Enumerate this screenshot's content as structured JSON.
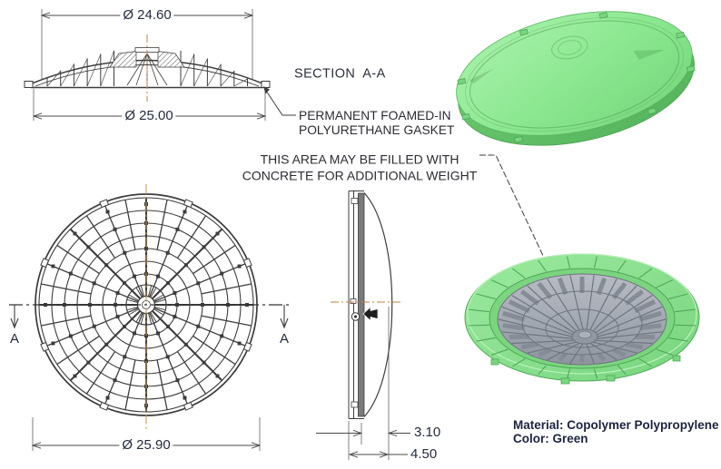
{
  "drawing": {
    "section_label": "SECTION  A-A",
    "section_marker_left": "A",
    "section_marker_right": "A",
    "dims": {
      "inner_diameter": "Ø 24.60",
      "outer_diameter": "Ø 25.00",
      "plan_diameter": "Ø 25.90",
      "dome_rise": "3.10",
      "total_height": "4.50"
    },
    "notes": {
      "gasket_line1": "PERMANENT FOAMED-IN",
      "gasket_line2": "POLYURETHANE GASKET",
      "concrete_line1": "THIS AREA MAY BE FILLED WITH",
      "concrete_line2": "CONCRETE FOR ADDITIONAL WEIGHT"
    },
    "specs": {
      "material": "Material: Copolymer Polypropylene",
      "color": "Color: Green"
    }
  },
  "colors": {
    "line": "#3d3d3d",
    "dim": "#4a4a4a",
    "text": "#242b3d",
    "centerline": "#c08243",
    "green_light": "#abf2ad",
    "green": "#8ae78f",
    "green_mid": "#79d57f",
    "green_dark": "#4fa855",
    "gray_light": "#b8bdc5",
    "gray": "#9aa0aa",
    "gray_dark": "#6f757f",
    "strip_gray": "#7a7a7a"
  }
}
